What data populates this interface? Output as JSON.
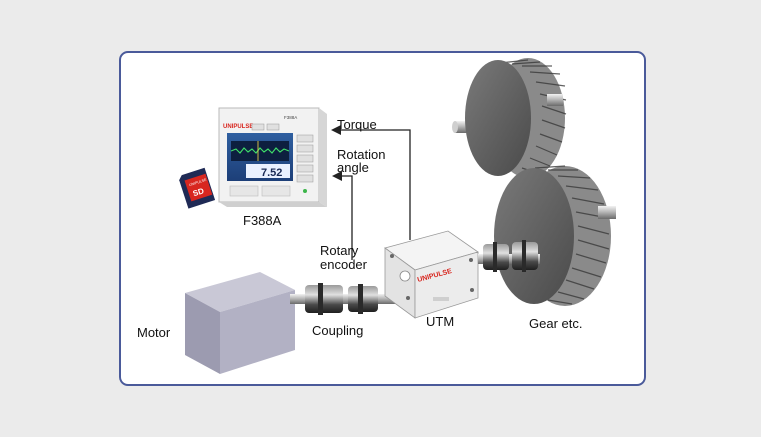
{
  "labels": {
    "torque": "Torque",
    "rotation_angle_line1": "Rotation",
    "rotation_angle_line2": "angle",
    "model": "F388A",
    "rotary_encoder_line1": "Rotary",
    "rotary_encoder_line2": "encoder",
    "motor": "Motor",
    "coupling": "Coupling",
    "utm": "UTM",
    "gear": "Gear etc."
  },
  "device": {
    "brand": "UNIPULSE",
    "model_tag": "F388A",
    "reading": "7.52"
  },
  "sd_card": {
    "brand": "UNIPULSE",
    "text": "SD"
  },
  "utm_box": {
    "brand": "UNIPULSE"
  },
  "colors": {
    "panel_border": "#4a5a9a",
    "arrow": "#222222",
    "motor": "#a9a8ba",
    "gear": "#5e5e5e",
    "brand_red": "#d8261f"
  }
}
